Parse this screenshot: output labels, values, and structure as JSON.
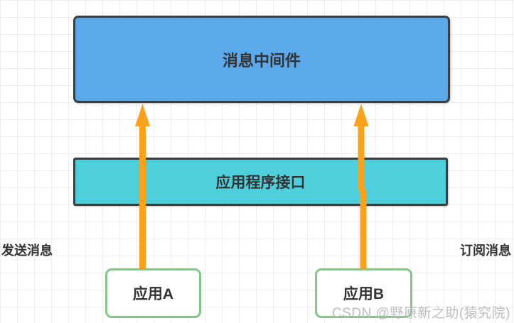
{
  "diagram": {
    "nodes": {
      "middleware": {
        "label": "消息中间件"
      },
      "api": {
        "label": "应用程序接口"
      },
      "app_a": {
        "label": "应用A"
      },
      "app_b": {
        "label": "应用B"
      }
    },
    "labels": {
      "send": "发送消息",
      "subscribe": "订阅消息"
    },
    "watermark": "CSDN @野原新之助(猿究院)"
  },
  "colors": {
    "middleware_fill": "#5BA9EB",
    "api_fill": "#4DD0DC",
    "node_border": "#3D3D3D",
    "app_border": "#84C687",
    "app_fill": "#FFFFFF",
    "arrow": "#FAA21B",
    "grid_line": "#EDEDED",
    "text": "#333333",
    "watermark": "#BDBDBD",
    "background": "#FFFFFF"
  }
}
